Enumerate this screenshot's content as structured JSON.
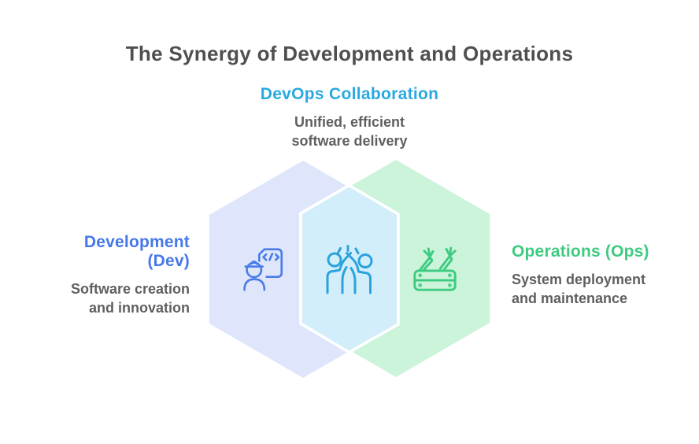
{
  "title": "The Synergy of Development and Operations",
  "collaboration": {
    "heading": "DevOps Collaboration",
    "line1": "Unified, efficient",
    "line2": "software delivery"
  },
  "development": {
    "heading_line1": "Development",
    "heading_line2": "(Dev)",
    "desc_line1": "Software creation",
    "desc_line2": "and innovation"
  },
  "operations": {
    "heading": "Operations (Ops)",
    "desc_line1": "System deployment",
    "desc_line2": "and maintenance"
  },
  "icons": {
    "dev": "developer-with-code-document-icon",
    "collab": "high-five-people-icon",
    "ops": "crate-with-vegetables-icon"
  },
  "colors": {
    "title_text": "#4f4f4f",
    "desc_text": "#5f5f5f",
    "collab_accent": "#29a9e0",
    "dev_accent": "#4678e8",
    "ops_accent": "#3ecb81",
    "hex_left_fill": "#dfe6fb",
    "hex_right_fill": "#cbf4da",
    "hex_center_fill": "#d3eefb",
    "hex_stroke": "#ffffff",
    "dev_icon_stroke": "#4a7ce8",
    "collab_icon_stroke": "#2aa3dc",
    "ops_icon_stroke": "#3ecb81"
  }
}
